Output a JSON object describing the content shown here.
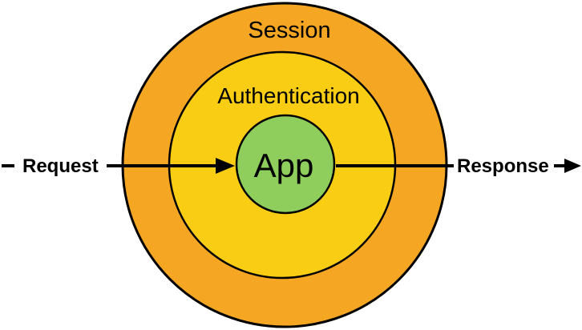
{
  "diagram": {
    "type": "onion-architecture",
    "background_color": "#FFFFFF",
    "outline_color": "#000000",
    "arrow_color": "#000000",
    "layers": [
      {
        "label": "Session",
        "fill": "#F5A623"
      },
      {
        "label": "Authentication",
        "fill": "#FACD15"
      },
      {
        "label": "App",
        "fill": "#8FCE5C"
      }
    ],
    "flow": {
      "request_label": "Request",
      "response_label": "Response"
    }
  }
}
